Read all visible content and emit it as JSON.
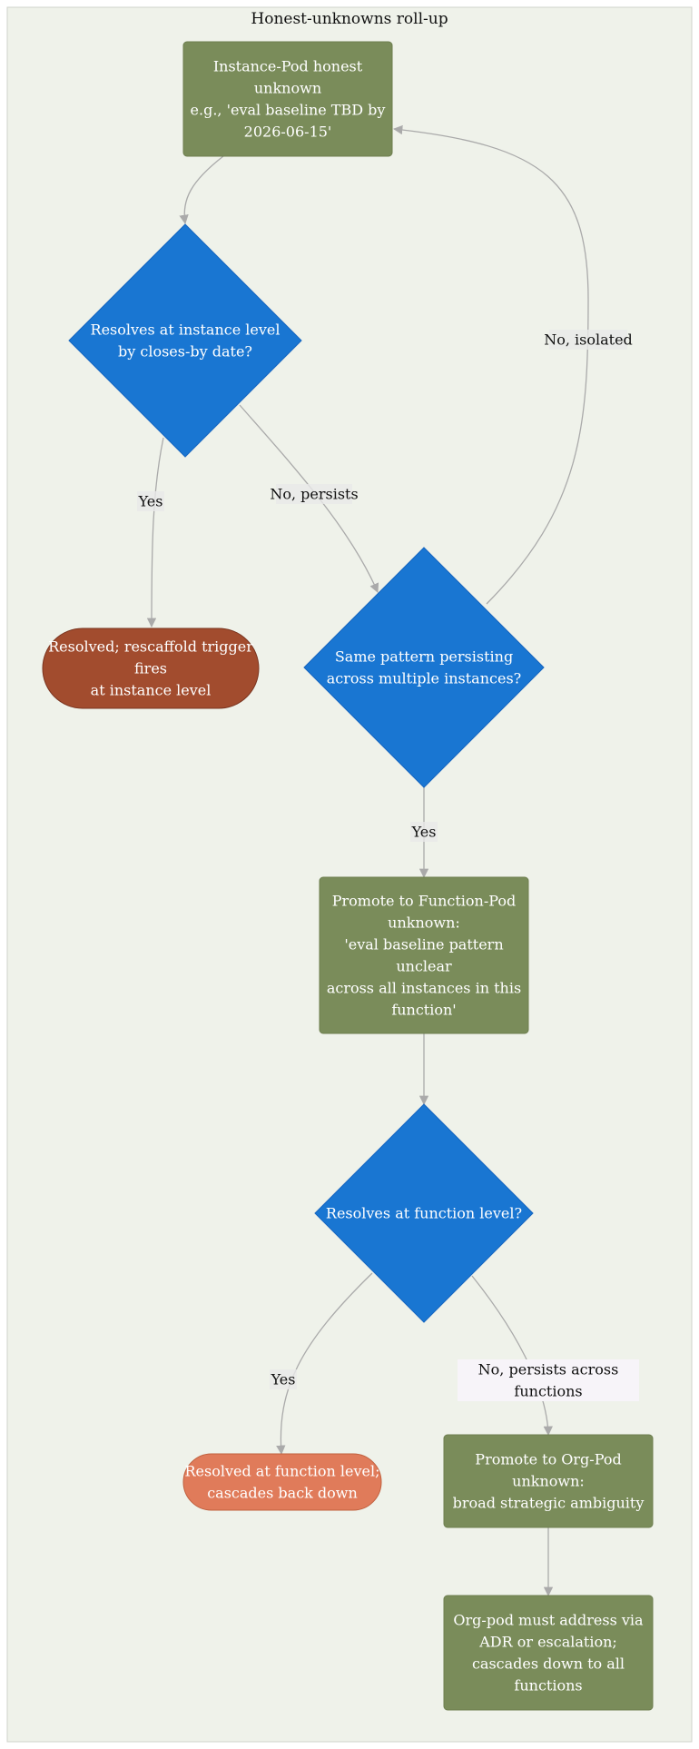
{
  "diagram": {
    "title": "Honest-unknowns roll-up",
    "colors": {
      "cluster_background": "#eff2ea",
      "process_node": "#7a8c5a",
      "decision_node": "#1976d2",
      "terminal_resolved_instance": "#a24c2e",
      "terminal_resolved_function": "#e07b5a",
      "edge": "#aaaaaa",
      "edge_label_background": "#f7f4f9"
    },
    "nodes": [
      {
        "id": "instance-pod-unknown",
        "shape": "rect",
        "lines": [
          "Instance-Pod honest",
          "unknown",
          "e.g., 'eval baseline TBD by",
          "2026-06-15'"
        ]
      },
      {
        "id": "resolves-instance",
        "shape": "diamond",
        "lines": [
          "Resolves at instance level",
          "by closes-by date?"
        ]
      },
      {
        "id": "resolved-instance",
        "shape": "stadium",
        "lines": [
          "Resolved; rescaffold trigger",
          "fires",
          "at instance level"
        ]
      },
      {
        "id": "same-pattern",
        "shape": "diamond",
        "lines": [
          "Same pattern persisting",
          "across multiple instances?"
        ]
      },
      {
        "id": "promote-function",
        "shape": "rect",
        "lines": [
          "Promote to Function-Pod",
          "unknown:",
          "'eval baseline pattern",
          "unclear",
          "across all instances in this",
          "function'"
        ]
      },
      {
        "id": "resolves-function",
        "shape": "diamond",
        "lines": [
          "Resolves at function level?"
        ]
      },
      {
        "id": "resolved-function",
        "shape": "stadium",
        "lines": [
          "Resolved at function level;",
          "cascades back down"
        ]
      },
      {
        "id": "promote-org",
        "shape": "rect",
        "lines": [
          "Promote to Org-Pod",
          "unknown:",
          "broad strategic ambiguity"
        ]
      },
      {
        "id": "org-pod-address",
        "shape": "rect",
        "lines": [
          "Org-pod must address via",
          "ADR or escalation;",
          "cascades down to all",
          "functions"
        ]
      }
    ],
    "edges": [
      {
        "from": "instance-pod-unknown",
        "to": "resolves-instance",
        "label_lines": []
      },
      {
        "from": "resolves-instance",
        "to": "resolved-instance",
        "label_lines": [
          "Yes"
        ]
      },
      {
        "from": "resolves-instance",
        "to": "same-pattern",
        "label_lines": [
          "No, persists"
        ]
      },
      {
        "from": "same-pattern",
        "to": "instance-pod-unknown",
        "label_lines": [
          "No, isolated"
        ]
      },
      {
        "from": "same-pattern",
        "to": "promote-function",
        "label_lines": [
          "Yes"
        ]
      },
      {
        "from": "promote-function",
        "to": "resolves-function",
        "label_lines": []
      },
      {
        "from": "resolves-function",
        "to": "resolved-function",
        "label_lines": [
          "Yes"
        ]
      },
      {
        "from": "resolves-function",
        "to": "promote-org",
        "label_lines": [
          "No, persists across",
          "functions"
        ]
      },
      {
        "from": "promote-org",
        "to": "org-pod-address",
        "label_lines": []
      }
    ]
  }
}
